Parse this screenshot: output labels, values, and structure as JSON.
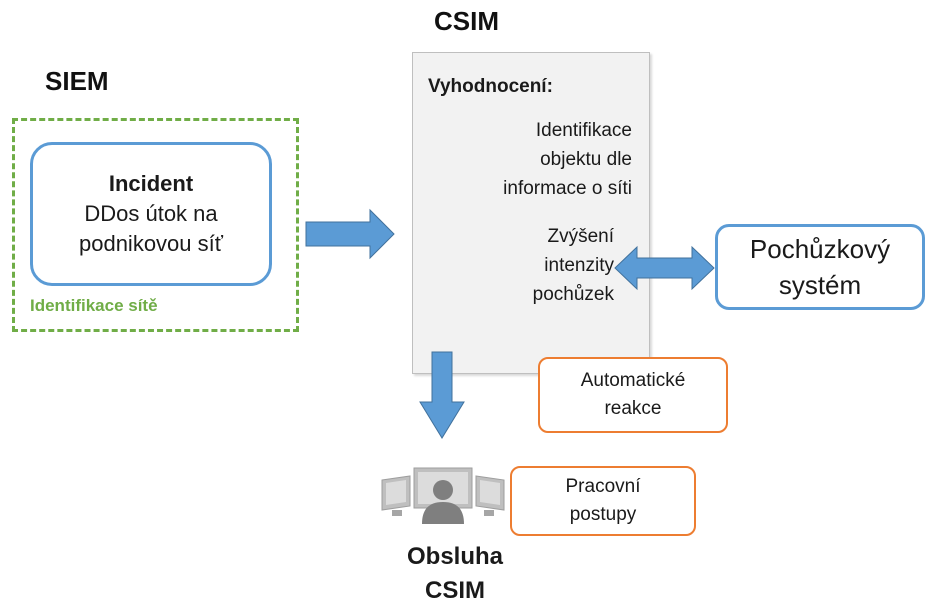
{
  "labels": {
    "siem_title": "SIEM",
    "csim_title": "CSIM",
    "network_identification": "Identifikace sítě"
  },
  "incident": {
    "heading": "Incident",
    "line1": "DDos útok na",
    "line2": "podnikovou síť"
  },
  "evaluation": {
    "title": "Vyhodnocení:",
    "item1": [
      "Identifikace",
      "objektu dle",
      "informace o síti"
    ],
    "item2": [
      "Zvýšení",
      "intenzity",
      "pochůzek"
    ]
  },
  "patrol": [
    "Pochůzkový",
    "systém"
  ],
  "automatic": [
    "Automatické",
    "reakce"
  ],
  "procedures": [
    "Pracovní",
    "postupy"
  ],
  "operator": [
    "Obsluha",
    "CSIM"
  ],
  "colors": {
    "arrow": "#5b9bd5",
    "blue_border": "#5b9bd5",
    "green": "#70ad47",
    "orange": "#ed7d31",
    "panel": "#f2f2f2"
  },
  "icons": {
    "operator": "operator-workstation-icon"
  }
}
